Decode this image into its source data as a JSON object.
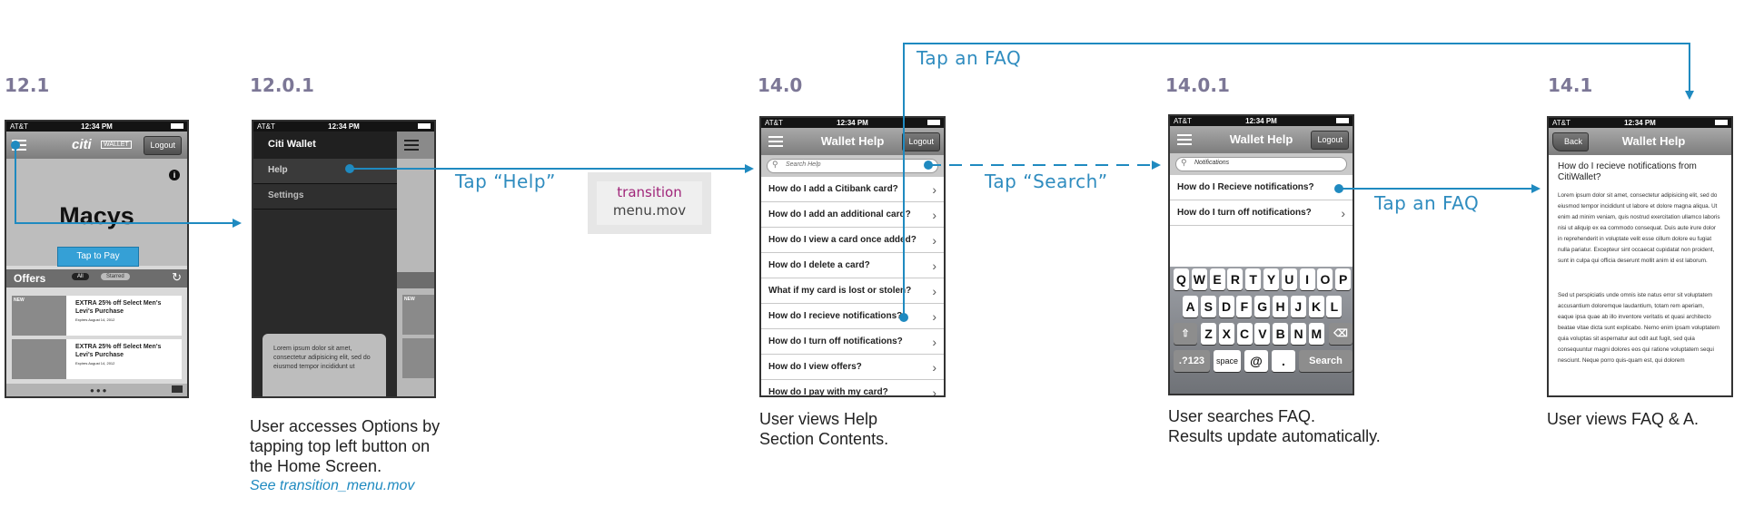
{
  "steps": [
    {
      "id": "12.1",
      "caption_lines": []
    },
    {
      "id": "12.0.1",
      "caption_lines": [
        "User accesses Options by",
        "tapping top left button on",
        "the Home Screen."
      ],
      "caption_link": "See transition_menu.mov"
    },
    {
      "id": "14.0",
      "caption_lines": [
        "User views Help",
        "Section Contents."
      ]
    },
    {
      "id": "14.0.1",
      "caption_lines": [
        "User searches FAQ.",
        "Results update automatically."
      ]
    },
    {
      "id": "14.1",
      "caption_lines": [
        "User views FAQ & A."
      ]
    }
  ],
  "arrows": {
    "tap_help": "Tap “Help”",
    "tap_search": "Tap “Search”",
    "tap_faq_top": "Tap an FAQ",
    "tap_faq_right": "Tap an FAQ"
  },
  "transition_box": {
    "line1": "transition",
    "line2": "menu.mov"
  },
  "status": {
    "carrier": "AT&T",
    "time": "12:34 PM"
  },
  "screen_home": {
    "brand": "citi",
    "wallet": "WALLET",
    "logout": "Logout",
    "merchant": "Macys",
    "info_icon": "info-icon",
    "cta": "Tap to Pay",
    "offers_title": "Offers",
    "seg_all": "All",
    "seg_starred": "Starred",
    "offers": [
      {
        "badge": "NEW",
        "title": "EXTRA 25% off Select Men's Levi's Purchase",
        "expires": "Expires August 14, 2012"
      },
      {
        "badge": "",
        "title": "EXTRA 25% off Select Men's Levi's Purchase",
        "expires": "Expires August 14, 2012"
      }
    ]
  },
  "screen_menu": {
    "title": "Citi Wallet",
    "items": [
      "Help",
      "Settings"
    ],
    "tooltip": "Lorem ipsum dolor sit amet, consectetur adipisicing elit, sed do eiusmod tempor incididunt ut",
    "peek_badge": "NEW"
  },
  "screen_help": {
    "title": "Wallet Help",
    "logout": "Logout",
    "search_placeholder": "Search Help",
    "faqs": [
      "How do I add a Citibank card?",
      "How do I add an additional card?",
      "How do I view a card once added?",
      "How do I delete a card?",
      "What if my card is lost or stolen?",
      "How do I recieve notifications?",
      "How do I turn off notifications?",
      "How do I view offers?",
      "How do I pay with my card?"
    ]
  },
  "screen_search": {
    "title": "Wallet Help",
    "logout": "Logout",
    "query": "Notifications",
    "results": [
      "How do I Recieve notifications?",
      "How do I turn off notifications?"
    ],
    "keys_row1": [
      "Q",
      "W",
      "E",
      "R",
      "T",
      "Y",
      "U",
      "I",
      "O",
      "P"
    ],
    "keys_row2": [
      "A",
      "S",
      "D",
      "F",
      "G",
      "H",
      "J",
      "K",
      "L"
    ],
    "keys_row3": [
      "Z",
      "X",
      "C",
      "V",
      "B",
      "N",
      "M"
    ],
    "key_123": ".?123",
    "key_space": "space",
    "key_at": "@",
    "key_dot": ".",
    "key_search": "Search"
  },
  "screen_answer": {
    "back": "Back",
    "title": "Wallet Help",
    "question": "How do I recieve notifications from CitiWallet?",
    "para1": "Lorem ipsum dolor sit amet, consectetur adipisicing elit, sed do eiusmod tempor incididunt ut labore et dolore magna aliqua. Ut enim ad minim veniam, quis nostrud exercitation ullamco laboris nisi ut aliquip ex ea commodo consequat. Duis aute irure dolor in reprehenderit in voluptate velit esse cillum dolore eu fugiat nulla pariatur. Excepteur sint occaecat cupidatat non proident, sunt in culpa qui officia deserunt mollit anim id est laborum.",
    "para2": "Sed ut perspiciatis unde omnis iste natus error sit voluptatem accusantium doloremque laudantium, totam rem aperiam, eaque ipsa quae ab illo inventore veritatis et quasi architecto beatae vitae dicta sunt explicabo. Nemo enim ipsam voluptatem quia voluptas sit aspernatur aut odit aut fugit, sed quia consequuntur magni dolores eos qui ratione voluptatem sequi nesciunt. Neque porro quis-quam est, qui dolorem"
  },
  "colors": {
    "arrow": "#1f8ac0",
    "step_number": "#7c7796",
    "transition_text": "#a0267a",
    "link": "#1f8ac0"
  }
}
